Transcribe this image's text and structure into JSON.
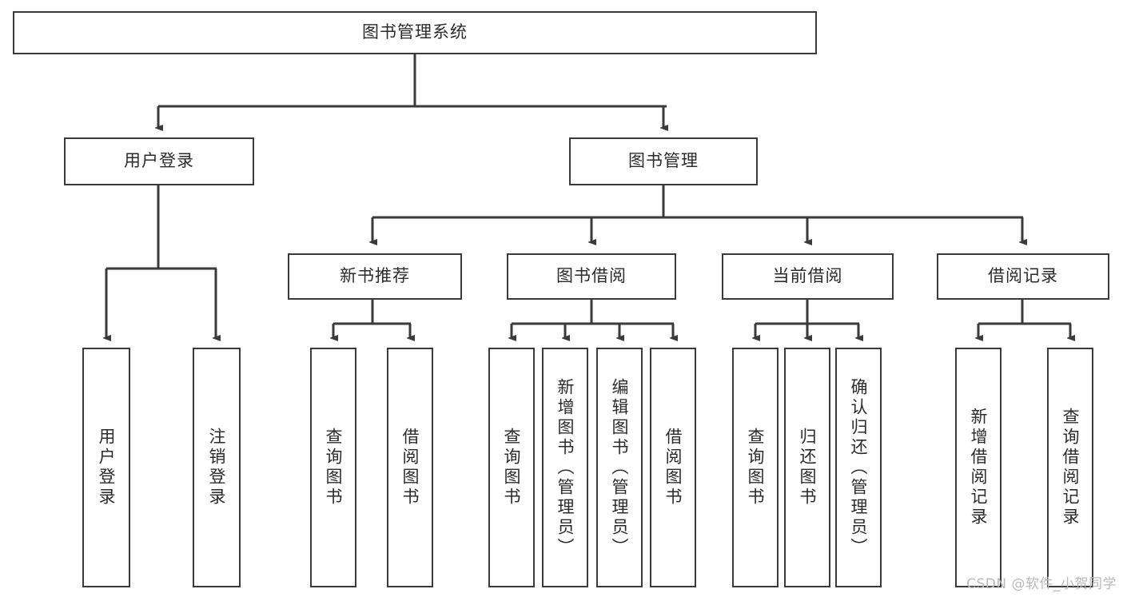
{
  "diagram": {
    "type": "tree-hierarchy-diagram",
    "title": "图书管理系统",
    "stroke_color": "#3a3a3a",
    "text_color": "#2b2b2b",
    "background_color": "#ffffff",
    "levels": {
      "root": {
        "label": "图书管理系统"
      },
      "level1": [
        {
          "label": "用户登录"
        },
        {
          "label": "图书管理"
        }
      ],
      "level2": [
        {
          "label": "新书推荐"
        },
        {
          "label": "图书借阅"
        },
        {
          "label": "当前借阅"
        },
        {
          "label": "借阅记录"
        }
      ],
      "level3": {
        "user_login_children": [
          {
            "label": "用户登录"
          },
          {
            "label": "注销登录"
          }
        ],
        "new_book_children": [
          {
            "label": "查询图书"
          },
          {
            "label": "借阅图书"
          }
        ],
        "borrow_children": [
          {
            "label": "查询图书"
          },
          {
            "label": "新增图书（管理员）"
          },
          {
            "label": "编辑图书（管理员）"
          },
          {
            "label": "借阅图书"
          }
        ],
        "current_borrow_children": [
          {
            "label": "查询图书"
          },
          {
            "label": "归还图书"
          },
          {
            "label": "确认归还（管理员）"
          }
        ],
        "record_children": [
          {
            "label": "新增借阅记录"
          },
          {
            "label": "查询借阅记录"
          }
        ]
      }
    }
  },
  "watermark": {
    "text": "CSDN @软件_小贺同学"
  }
}
